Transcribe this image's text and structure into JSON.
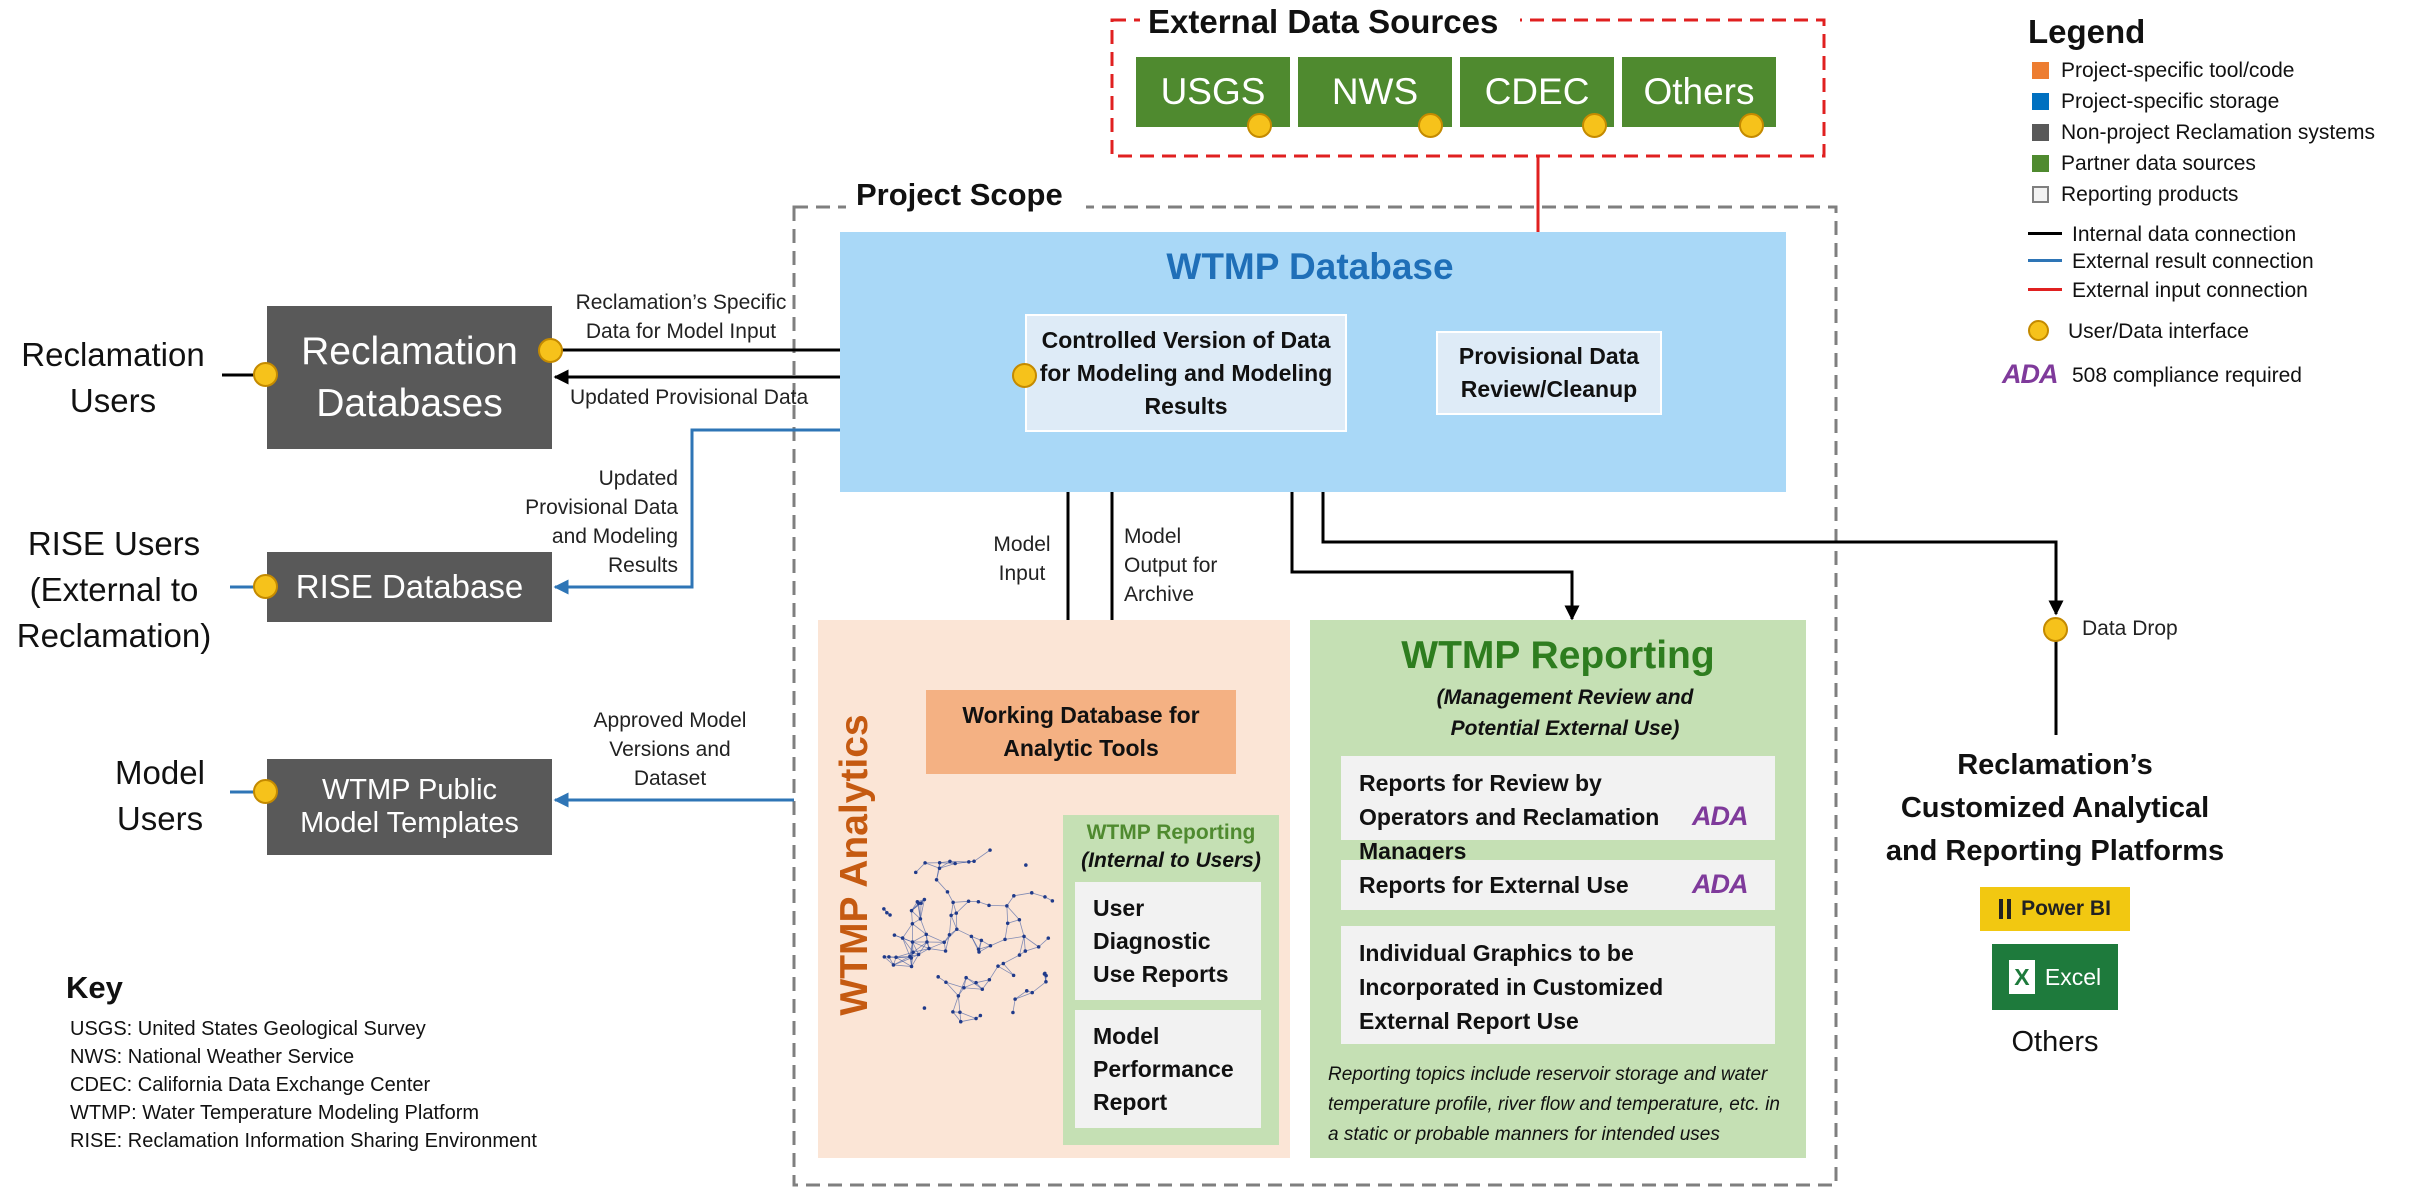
{
  "external_sources": {
    "title": "External Data Sources",
    "items": [
      "USGS",
      "NWS",
      "CDEC",
      "Others"
    ]
  },
  "project_scope": {
    "title": "Project Scope"
  },
  "wtmp_database": {
    "title": "WTMP Database",
    "controlled_version": "Controlled Version of Data for Modeling and Modeling Results",
    "provisional_review": "Provisional Data Review/Cleanup"
  },
  "left_users": {
    "reclamation_users": "Reclamation Users",
    "rise_users": "RISE Users (External to Reclamation)",
    "model_users": "Model Users"
  },
  "left_systems": {
    "reclamation_databases": "Reclamation Databases",
    "rise_database": "RISE Database",
    "public_templates": "WTMP Public Model Templates"
  },
  "connection_labels": {
    "specific_data": "Reclamation’s Specific Data for Model Input",
    "updated_provisional": "Updated Provisional Data",
    "updated_provisional_modeling": "Updated Provisional Data and Modeling Results",
    "approved_versions": "Approved Model Versions and Dataset",
    "model_input": "Model Input",
    "model_output": "Model Output for Archive",
    "data_drop": "Data Drop"
  },
  "analytics": {
    "title": "WTMP Analytics",
    "working_db": "Working Database for Analytic Tools",
    "internal_reporting_title": "WTMP Reporting",
    "internal_reporting_subtitle": "(Internal to Users)",
    "user_diagnostic": "User Diagnostic Use Reports",
    "model_performance": "Model Performance Report"
  },
  "reporting": {
    "title": "WTMP Reporting",
    "subtitle": "(Management Review and Potential External Use)",
    "item1": "Reports for Review by Operators and Reclamation Managers",
    "item2": "Reports for External Use",
    "item3": "Individual Graphics to be Incorporated in Customized External Report Use",
    "note": "Reporting topics include reservoir storage and water temperature profile, river flow and temperature, etc. in a static or probable manners for intended uses"
  },
  "platforms": {
    "title": "Reclamation’s Customized Analytical and Reporting Platforms",
    "powerbi": "Power BI",
    "excel": "Excel",
    "excel_glyph": "X",
    "others": "Others"
  },
  "legend": {
    "title": "Legend",
    "items": [
      {
        "label": "Project-specific tool/code",
        "color": "#ed7d31"
      },
      {
        "label": "Project-specific storage",
        "color": "#0070c0"
      },
      {
        "label": "Non-project Reclamation systems",
        "color": "#595959"
      },
      {
        "label": "Partner data sources",
        "color": "#4f8a2f"
      },
      {
        "label": "Reporting products",
        "color": "#f2f2f2"
      }
    ],
    "lines": [
      {
        "label": "Internal data connection",
        "color": "#000000"
      },
      {
        "label": "External result connection",
        "color": "#2e75b6"
      },
      {
        "label": "External input connection",
        "color": "#e02020"
      }
    ],
    "interface": "User/Data interface",
    "ada_logo": "ADA",
    "ada_label": "508 compliance required"
  },
  "key": {
    "title": "Key",
    "items": [
      "USGS: United States Geological Survey",
      "NWS: National Weather Service",
      "CDEC: California Data Exchange Center",
      "WTMP: Water Temperature Modeling Platform",
      "RISE: Reclamation Information Sharing Environment"
    ]
  },
  "colors": {
    "database_blue": "#a9d8f7",
    "analytics_peach": "#fbe5d6",
    "reporting_green": "#c5e0b4",
    "working_db_orange": "#f4b183",
    "partner_green": "#4f8a2f",
    "system_gray": "#595959",
    "result_blue": "#2e75b6",
    "input_red": "#e02020",
    "interface_yellow": "#f6c21b"
  }
}
